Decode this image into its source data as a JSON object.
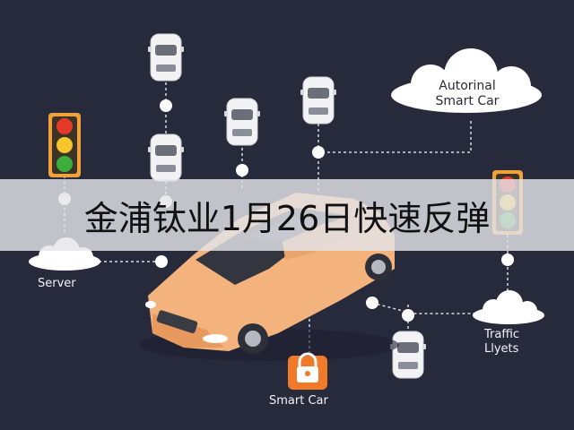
{
  "banner": {
    "text": "金浦钛业1月26日快速反弹"
  },
  "labels": {
    "cloud_top_right": [
      "Autorinal",
      "Smart Car"
    ],
    "server": "Server",
    "smart_car": "Smart Car",
    "traffic": [
      "Traffic",
      "Llyets"
    ]
  },
  "colors": {
    "background": "#272a3b",
    "car_body": "#f4b37c",
    "lock": "#f07a2a",
    "connector": "#d8d8de",
    "red": "#e53a2a",
    "yellow": "#f6c62b",
    "green": "#3cae3c"
  },
  "icons": [
    "traffic-light-icon",
    "cloud-icon",
    "car-top-view-icon",
    "lock-icon",
    "smart-car-icon"
  ]
}
